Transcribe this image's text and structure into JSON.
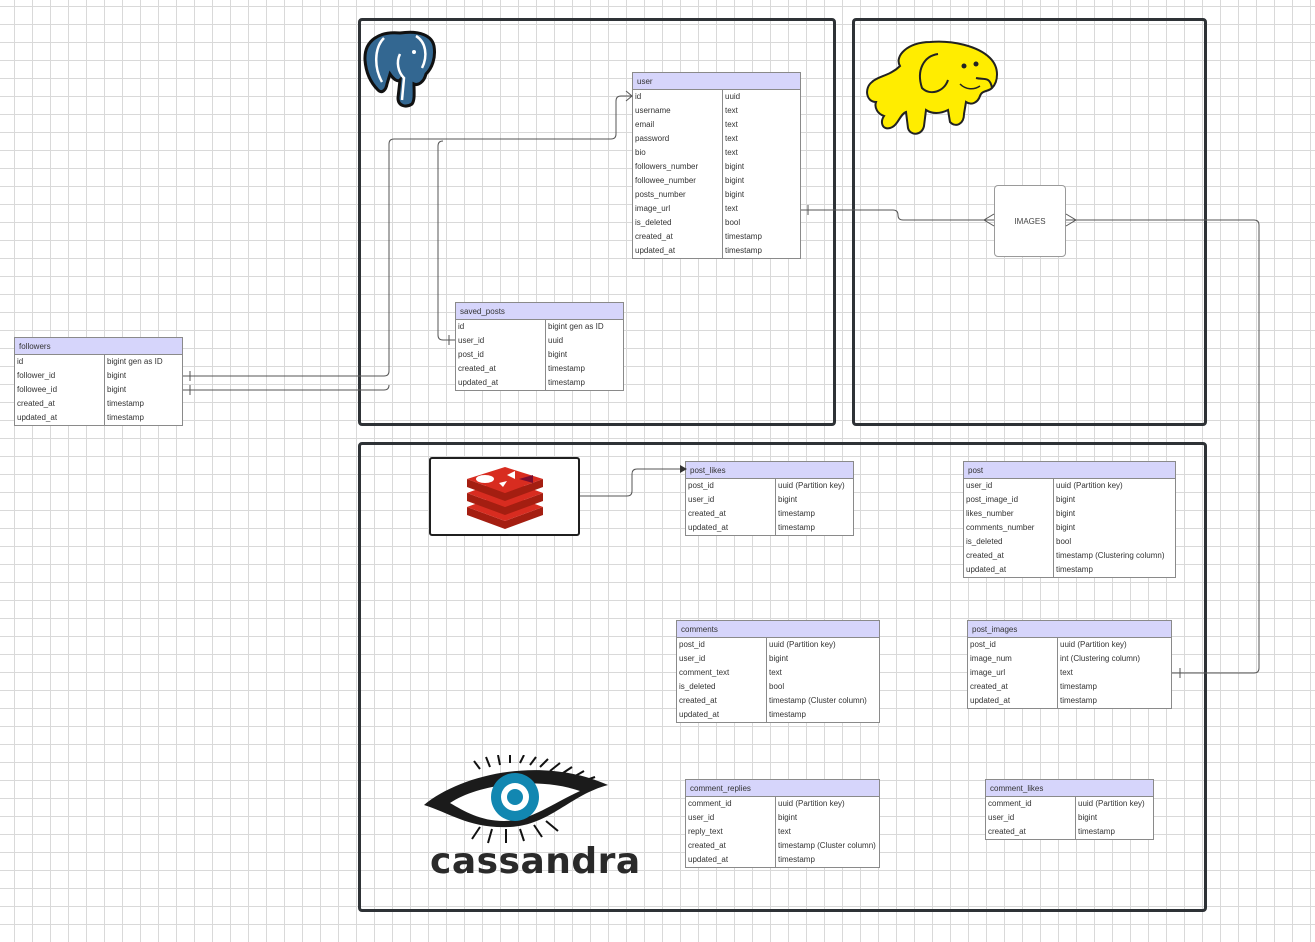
{
  "images_box": {
    "label": "IMAGES"
  },
  "cassandra_wordmark": "cassandra",
  "entities": {
    "user": {
      "title": "user",
      "rows": [
        [
          "id",
          "uuid"
        ],
        [
          "username",
          "text"
        ],
        [
          "email",
          "text"
        ],
        [
          "password",
          "text"
        ],
        [
          "bio",
          "text"
        ],
        [
          "followers_number",
          "bigint"
        ],
        [
          "followee_number",
          "bigint"
        ],
        [
          "posts_number",
          "bigint"
        ],
        [
          "image_url",
          "text"
        ],
        [
          "is_deleted",
          "bool"
        ],
        [
          "created_at",
          "timestamp"
        ],
        [
          "updated_at",
          "timestamp"
        ]
      ]
    },
    "saved_posts": {
      "title": "saved_posts",
      "rows": [
        [
          "id",
          "bigint gen as ID"
        ],
        [
          "user_id",
          "uuid"
        ],
        [
          "post_id",
          "bigint"
        ],
        [
          "created_at",
          "timestamp"
        ],
        [
          "updated_at",
          "timestamp"
        ]
      ]
    },
    "followers": {
      "title": "followers",
      "rows": [
        [
          "id",
          "bigint gen as ID"
        ],
        [
          "follower_id",
          "bigint"
        ],
        [
          "followee_id",
          "bigint"
        ],
        [
          "created_at",
          "timestamp"
        ],
        [
          "updated_at",
          "timestamp"
        ]
      ]
    },
    "post_likes": {
      "title": "post_likes",
      "rows": [
        [
          "post_id",
          "uuid (Partition key)"
        ],
        [
          "user_id",
          "bigint"
        ],
        [
          "created_at",
          "timestamp"
        ],
        [
          "updated_at",
          "timestamp"
        ]
      ]
    },
    "post": {
      "title": "post",
      "rows": [
        [
          "user_id",
          "uuid (Partition key)"
        ],
        [
          "post_image_id",
          "bigint"
        ],
        [
          "likes_number",
          "bigint"
        ],
        [
          "comments_number",
          "bigint"
        ],
        [
          "is_deleted",
          "bool"
        ],
        [
          "created_at",
          "timestamp (Clustering column)"
        ],
        [
          "updated_at",
          "timestamp"
        ]
      ]
    },
    "comments": {
      "title": "comments",
      "rows": [
        [
          "post_id",
          "uuid (Partition key)"
        ],
        [
          "user_id",
          "bigint"
        ],
        [
          "comment_text",
          "text"
        ],
        [
          "is_deleted",
          "bool"
        ],
        [
          "created_at",
          "timestamp (Cluster column)"
        ],
        [
          "updated_at",
          "timestamp"
        ]
      ]
    },
    "post_images": {
      "title": "post_images",
      "rows": [
        [
          "post_id",
          "uuid (Partition key)"
        ],
        [
          "image_num",
          "int (Clustering column)"
        ],
        [
          "image_url",
          "text"
        ],
        [
          "created_at",
          "timestamp"
        ],
        [
          "updated_at",
          "timestamp"
        ]
      ]
    },
    "comment_replies": {
      "title": "comment_replies",
      "rows": [
        [
          "comment_id",
          "uuid (Partition key)"
        ],
        [
          "user_id",
          "bigint"
        ],
        [
          "reply_text",
          "text"
        ],
        [
          "created_at",
          "timestamp (Cluster column)"
        ],
        [
          "updated_at",
          "timestamp"
        ]
      ]
    },
    "comment_likes": {
      "title": "comment_likes",
      "rows": [
        [
          "comment_id",
          "uuid (Partition key)"
        ],
        [
          "user_id",
          "bigint"
        ],
        [
          "created_at",
          "timestamp"
        ]
      ]
    }
  },
  "colors": {
    "header_fill": "#d6d5fb",
    "container_border": "#2e3236",
    "postgres_blue": "#336791",
    "hadoop_yellow": "#ffed00",
    "redis_red": "#c6302b",
    "cassandra_blue": "#1287b1"
  },
  "icons": [
    "postgresql-elephant-icon",
    "hadoop-elephant-icon",
    "redis-stack-icon",
    "cassandra-eye-icon"
  ]
}
